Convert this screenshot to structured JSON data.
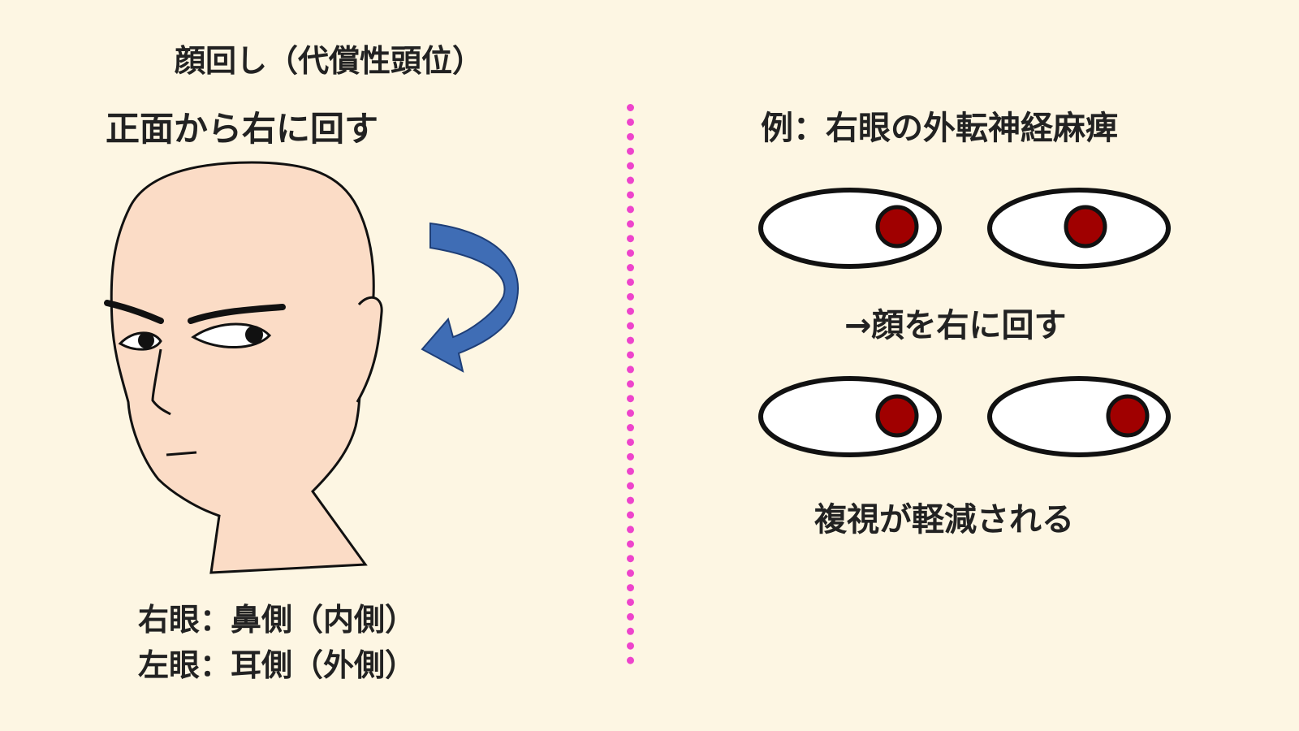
{
  "title": "顔回し（代償性頭位）",
  "left_panel": {
    "heading": "正面から右に回す",
    "eye_notes": [
      "右眼：鼻側（内側）",
      "左眼：耳側（外側）"
    ]
  },
  "right_panel": {
    "heading": "例：右眼の外転神経麻痺",
    "step_label": "→顔を右に回す",
    "result_label": "複視が軽減される"
  },
  "colors": {
    "background": "#fdf6e3",
    "skin": "#fbdcc6",
    "arrow": "#3f6db5",
    "divider": "#ee44cc",
    "pupil": "#a00000"
  },
  "icons": [
    "head-illustration",
    "rotate-arrow-icon",
    "eye-icon"
  ]
}
